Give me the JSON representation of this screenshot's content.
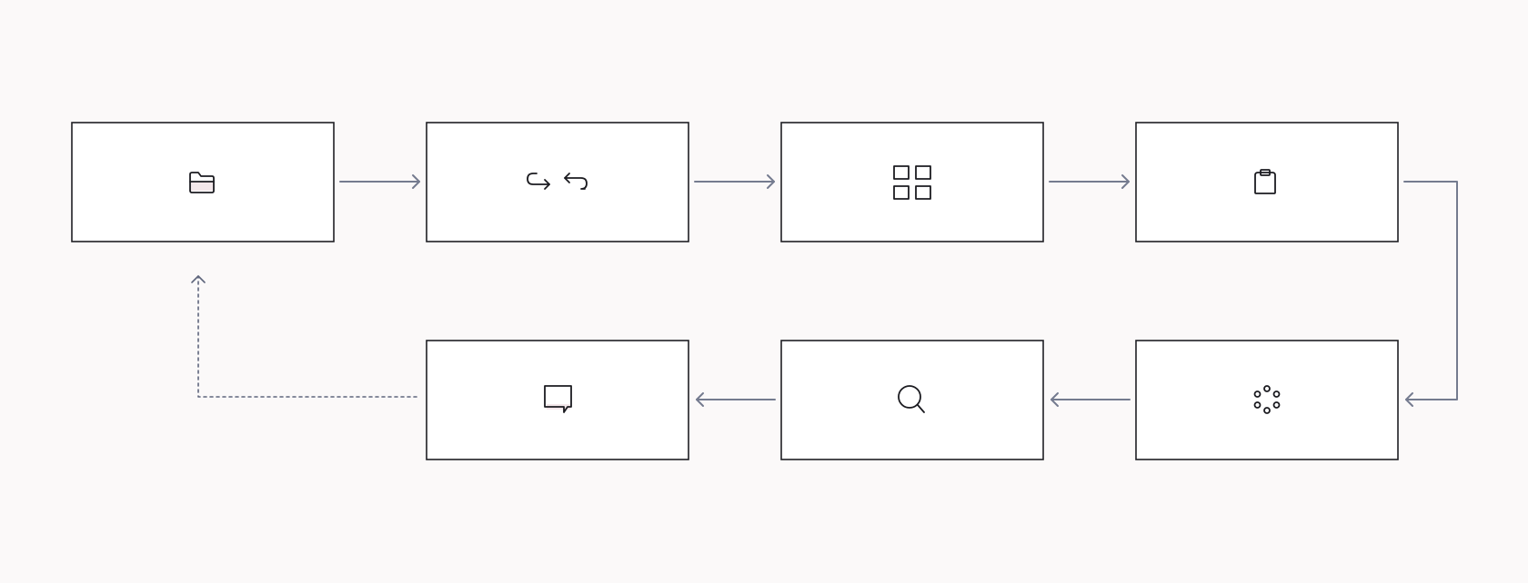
{
  "diagram": {
    "style": {
      "background": "#fbf9f9",
      "box_fill": "#ffffff",
      "box_stroke": "#1f1f24",
      "connector_color": "#747b8f",
      "icon_color": "#1b1b20"
    },
    "nodes": [
      {
        "id": "step-1",
        "icon": "folder-icon"
      },
      {
        "id": "step-2",
        "icon": "redirect-arrows-icon"
      },
      {
        "id": "step-3",
        "icon": "grid-icon"
      },
      {
        "id": "step-4",
        "icon": "clipboard-icon"
      },
      {
        "id": "step-5",
        "icon": "loading-dots-icon"
      },
      {
        "id": "step-6",
        "icon": "search-icon"
      },
      {
        "id": "step-7",
        "icon": "chat-bubble-icon"
      }
    ],
    "edges": [
      {
        "from": "step-1",
        "to": "step-2",
        "style": "solid"
      },
      {
        "from": "step-2",
        "to": "step-3",
        "style": "solid"
      },
      {
        "from": "step-3",
        "to": "step-4",
        "style": "solid"
      },
      {
        "from": "step-4",
        "to": "step-5",
        "style": "solid"
      },
      {
        "from": "step-5",
        "to": "step-6",
        "style": "solid"
      },
      {
        "from": "step-6",
        "to": "step-7",
        "style": "solid"
      },
      {
        "from": "step-7",
        "to": "step-1",
        "style": "dotted"
      }
    ]
  }
}
